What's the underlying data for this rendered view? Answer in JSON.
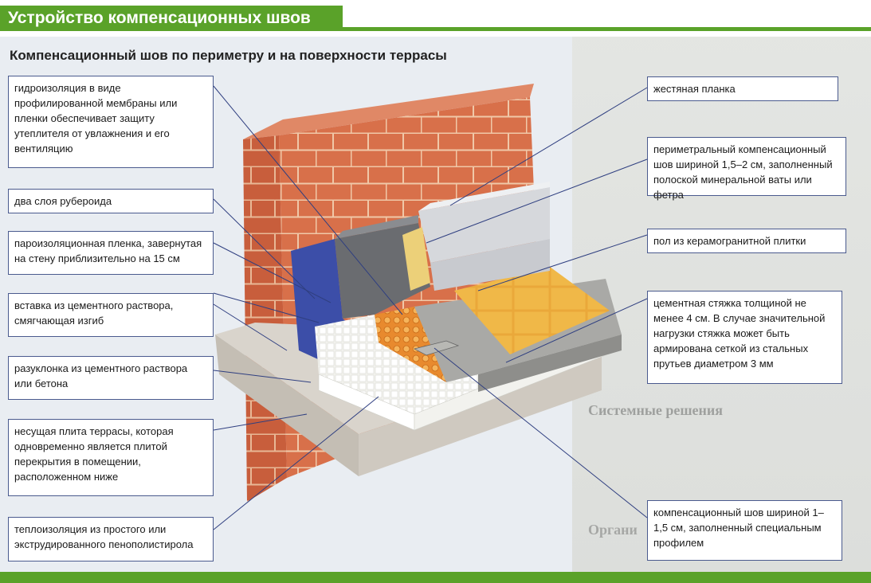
{
  "header": {
    "title": "Устройство компенсационных швов"
  },
  "figure": {
    "subtitle": "Компенсационный шов по периметру и на поверхности террасы"
  },
  "labels_left": [
    {
      "id": "membrane",
      "text": "гидроизоляция в виде профилированной мембраны или пленки обеспечивает защиту утеплителя от увлажнения и его вентиляцию"
    },
    {
      "id": "ruberoid",
      "text": "два слоя рубероида"
    },
    {
      "id": "vapor",
      "text": "пароизоляционная пленка, завернутая на стену приблизительно на 15 см"
    },
    {
      "id": "insert",
      "text": "вставка из цементного раствора, смягчающая изгиб"
    },
    {
      "id": "slope",
      "text": "разуклонка из цементного раствора или бетона"
    },
    {
      "id": "slab",
      "text": "несущая плита террасы, которая одновременно является плитой перекрытия в помещении, расположенном ниже"
    },
    {
      "id": "insulation",
      "text": "теплоизоляция из простого или экструдированного пенополистирола"
    }
  ],
  "labels_right": [
    {
      "id": "flashing",
      "text": "жестяная планка"
    },
    {
      "id": "perimeter",
      "text": "периметральный компенсационный шов шириной 1,5–2 см, заполненный полоской минеральной ваты или фетра"
    },
    {
      "id": "floor",
      "text": "пол из керамогранитной плитки"
    },
    {
      "id": "screed",
      "text": "цементная стяжка толщиной не менее 4 см. В случае значительной нагрузки стяжка может быть армирована сеткой из стальных прутьев диаметром 3 мм"
    },
    {
      "id": "joint",
      "text": "компенсационный шов шириной 1–1,5 см, заполненный специальным профилем"
    }
  ],
  "background_text": {
    "heading_1": "Системные решения",
    "heading_2": "Органи"
  },
  "colors": {
    "accent_green": "#5aa229",
    "brick": "#d8704a",
    "leader_blue": "#2f3f80",
    "tile": "#e8a838"
  }
}
